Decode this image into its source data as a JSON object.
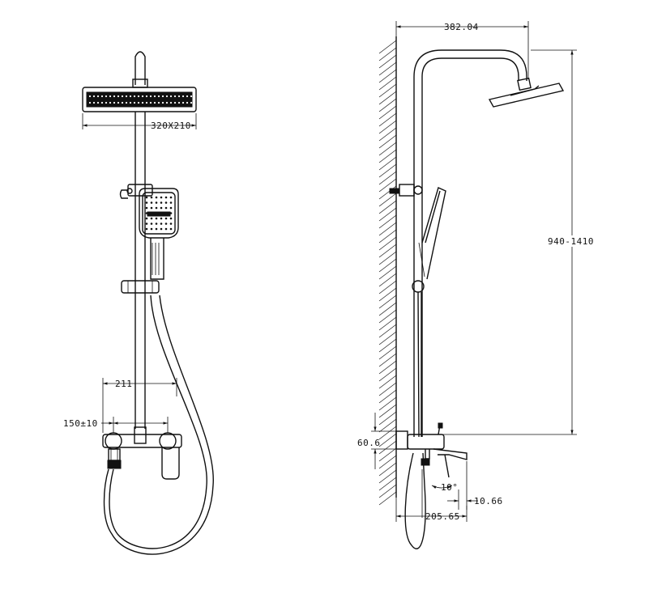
{
  "dimensions": {
    "head_size": "320X210",
    "arm_reach": "382.04",
    "height_range": "940-1410",
    "mixer_offset": "211",
    "inlet_spacing": "150±10",
    "mixer_height": "60.6",
    "spout_angle": "10°",
    "spout_drop": "10.66",
    "spout_length": "205.65"
  }
}
